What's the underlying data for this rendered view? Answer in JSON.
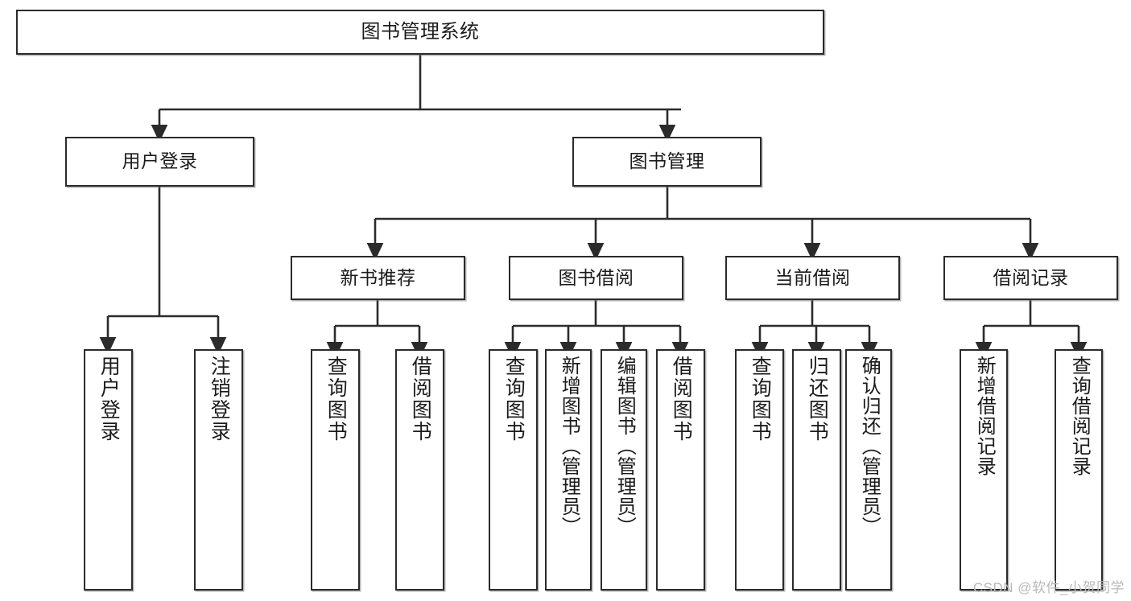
{
  "diagram": {
    "title": "图书管理系统",
    "type": "tree",
    "watermark": "CSDN @软件_小贺同学",
    "colors": {
      "node_border": "#2b2b2b",
      "node_fill": "#ffffff",
      "edge": "#2b2b2b",
      "text": "#1b1b1b",
      "watermark": "#b9b9b9",
      "background": "#ffffff"
    },
    "levels": {
      "root": "图书管理系统",
      "level2": [
        "用户登录",
        "图书管理"
      ],
      "level3": [
        "新书推荐",
        "图书借阅",
        "当前借阅",
        "借阅记录"
      ]
    },
    "nodes": {
      "root": {
        "label": "图书管理系统"
      },
      "user_login": {
        "label": "用户登录"
      },
      "book_manage": {
        "label": "图书管理"
      },
      "new_book_rec": {
        "label": "新书推荐"
      },
      "book_borrow": {
        "label": "图书借阅"
      },
      "current_borrow": {
        "label": "当前借阅"
      },
      "borrow_record": {
        "label": "借阅记录"
      },
      "leaf_user_login": {
        "label": "用户登录"
      },
      "leaf_logout": {
        "label": "注销登录"
      },
      "leaf_query_book_1": {
        "label": "查询图书"
      },
      "leaf_borrow_book_1": {
        "label": "借阅图书"
      },
      "leaf_query_book_2": {
        "label": "查询图书"
      },
      "leaf_add_book": {
        "label": "新增图书（管理员）"
      },
      "leaf_edit_book": {
        "label": "编辑图书（管理员）"
      },
      "leaf_borrow_book_2": {
        "label": "借阅图书"
      },
      "leaf_query_book_3": {
        "label": "查询图书"
      },
      "leaf_return_book": {
        "label": "归还图书"
      },
      "leaf_confirm_return": {
        "label": "确认归还（管理员）"
      },
      "leaf_add_record": {
        "label": "新增借阅记录"
      },
      "leaf_query_record": {
        "label": "查询借阅记录"
      }
    },
    "edges": [
      {
        "from": "root",
        "to": "用户登录"
      },
      {
        "from": "root",
        "to": "图书管理"
      },
      {
        "from": "用户登录",
        "to": "用户登录"
      },
      {
        "from": "用户登录",
        "to": "注销登录"
      },
      {
        "from": "图书管理",
        "to": "新书推荐"
      },
      {
        "from": "图书管理",
        "to": "图书借阅"
      },
      {
        "from": "图书管理",
        "to": "当前借阅"
      },
      {
        "from": "图书管理",
        "to": "借阅记录"
      },
      {
        "from": "新书推荐",
        "to": "查询图书"
      },
      {
        "from": "新书推荐",
        "to": "借阅图书"
      },
      {
        "from": "图书借阅",
        "to": "查询图书"
      },
      {
        "from": "图书借阅",
        "to": "新增图书（管理员）"
      },
      {
        "from": "图书借阅",
        "to": "编辑图书（管理员）"
      },
      {
        "from": "图书借阅",
        "to": "借阅图书"
      },
      {
        "from": "当前借阅",
        "to": "查询图书"
      },
      {
        "from": "当前借阅",
        "to": "归还图书"
      },
      {
        "from": "当前借阅",
        "to": "确认归还（管理员）"
      },
      {
        "from": "借阅记录",
        "to": "新增借阅记录"
      },
      {
        "from": "借阅记录",
        "to": "查询借阅记录"
      }
    ]
  }
}
